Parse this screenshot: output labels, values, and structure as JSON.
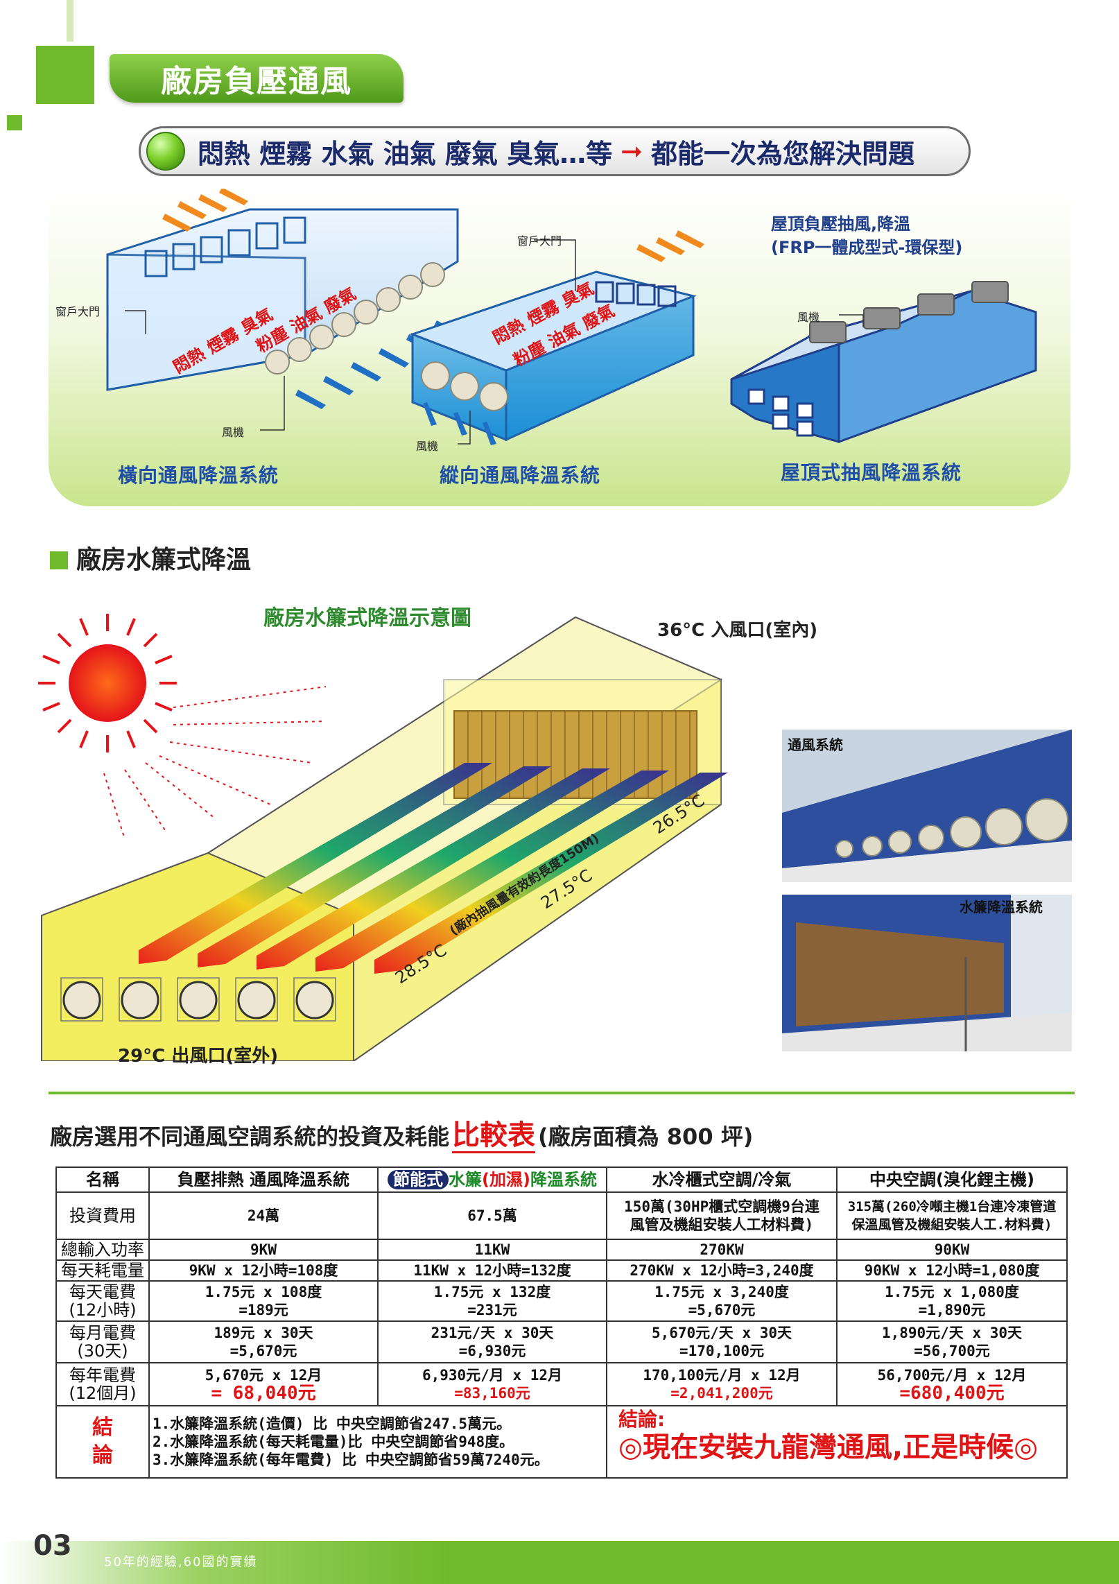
{
  "header": {
    "title": "廠房負壓通風",
    "banner_text": "悶熱 煙霧 水氣 油氣 廢氣 臭氣…等",
    "banner_solution": "都能一次為您解決問題"
  },
  "ventilation": {
    "cross": {
      "label": "橫向通風降溫系統",
      "door_callout": "窗戶大門",
      "fan_callout": "風機",
      "pollutants_1": "悶熱 煙霧 臭氣",
      "pollutants_2": "粉塵 油氣 廢氣"
    },
    "longitudinal": {
      "label": "縱向通風降溫系統",
      "door_callout": "窗戶大門",
      "fan_callout": "風機",
      "pollutants_1": "悶熱 煙霧 臭氣",
      "pollutants_2": "粉塵 油氣 廢氣"
    },
    "roof": {
      "label": "屋頂式抽風降溫系統",
      "title_line1": "屋頂負壓抽風,降溫",
      "title_line2": "(FRP一體成型式-環保型)",
      "fan_callout": "風機"
    }
  },
  "water_curtain": {
    "section_title": "廠房水簾式降溫",
    "diagram_title": "廠房水簾式降溫示意圖",
    "inlet_label": "36°C 入風口(室內)",
    "outlet_label": "29°C 出風口(室外)",
    "t1": "26.5°C",
    "t2": "27.5°C",
    "t3": "28.5°C",
    "length_note": "(廠內抽風量有效約長度150M)",
    "photo1_label": "通風系統",
    "photo2_label": "水簾降溫系統"
  },
  "comparison": {
    "title_pre": "廠房選用不同通風空調系統的投資及耗能",
    "title_red": "比較表",
    "title_post": "(廠房面積為 800 坪)",
    "headers": {
      "name": "名稱",
      "col1": "負壓排熱 通風降溫系統",
      "col2_pill": "節能式",
      "col2_a": "水簾",
      "col2_b": "(加濕)",
      "col2_c": "降溫系統",
      "col3": "水冷櫃式空調/冷氣",
      "col4": "中央空調(溴化鋰主機)"
    },
    "rows": {
      "invest": {
        "label": "投資費用",
        "c1": "24萬",
        "c2": "67.5萬",
        "c3a": "150萬(30HP櫃式空調機9台連",
        "c3b": "風管及機組安裝人工材料費)",
        "c4a": "315萬(260冷噸主機1台連冷凍管道",
        "c4b": "保溫風管及機組安裝人工.材料費)"
      },
      "power": {
        "label": "總輸入功率",
        "c1": "9KW",
        "c2": "11KW",
        "c3": "270KW",
        "c4": "90KW"
      },
      "daily_kwh": {
        "label": "每天耗電量",
        "c1": "9KW x 12小時=108度",
        "c2": "11KW x 12小時=132度",
        "c3": "270KW x 12小時=3,240度",
        "c4": "90KW x 12小時=1,080度"
      },
      "daily_cost": {
        "label_a": "每天電費",
        "label_b": "(12小時)",
        "c1a": "1.75元 x 108度",
        "c1b": "=189元",
        "c2a": "1.75元 x 132度",
        "c2b": "=231元",
        "c3a": "1.75元 x 3,240度",
        "c3b": "=5,670元",
        "c4a": "1.75元 x 1,080度",
        "c4b": "=1,890元"
      },
      "monthly_cost": {
        "label_a": "每月電費",
        "label_b": "(30天)",
        "c1a": "189元 x 30天",
        "c1b": "=5,670元",
        "c2a": "231元/天 x 30天",
        "c2b": "=6,930元",
        "c3a": "5,670元/天 x 30天",
        "c3b": "=170,100元",
        "c4a": "1,890元/天 x 30天",
        "c4b": "=56,700元"
      },
      "yearly_cost": {
        "label_a": "每年電費",
        "label_b": "(12個月)",
        "c1a": "5,670元 x 12月",
        "c1b": "= 68,040元",
        "c2a": "6,930元/月 x 12月",
        "c2b": "=83,160元",
        "c3a": "170,100元/月 x 12月",
        "c3b": "=2,041,200元",
        "c4a": "56,700元/月 x 12月",
        "c4b": "=680,400元"
      }
    },
    "conclusion": {
      "label_a": "結",
      "label_b": "論",
      "item1": "1.水簾降溫系統(造價)   比 中央空調節省247.5萬元。",
      "item2": "2.水簾降溫系統(每天耗電量)比 中央空調節省948度。",
      "item3": "3.水簾降溫系統(每年電費) 比 中央空調節省59萬7240元。",
      "right_title": "結論:",
      "right_text": "◎現在安裝九龍灣通風,正是時候◎"
    }
  },
  "footer": {
    "page_number": "03",
    "tagline": "50年的經驗,60國的實績"
  }
}
